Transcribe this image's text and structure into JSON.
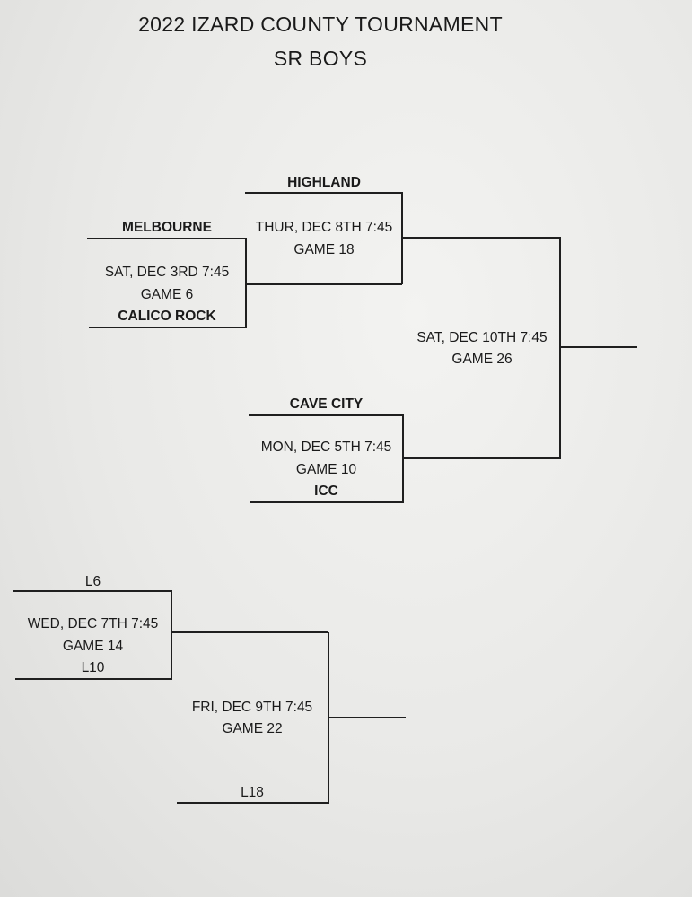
{
  "title": "2022 IZARD COUNTY TOURNAMENT",
  "subtitle": "SR BOYS",
  "games": [
    {
      "date": "SAT, DEC 3RD 7:45",
      "game": "GAME 6",
      "top": "MELBOURNE",
      "bottom": "CALICO ROCK"
    },
    {
      "date": "MON, DEC 5TH 7:45",
      "game": "GAME 10",
      "top": "CAVE CITY",
      "bottom": "ICC"
    },
    {
      "date": "THUR, DEC 8TH 7:45",
      "game": "GAME 18",
      "top": "HIGHLAND"
    },
    {
      "date": "SAT, DEC 10TH 7:45",
      "game": "GAME 26"
    },
    {
      "date": "WED, DEC 7TH 7:45",
      "game": "GAME 14",
      "top": "L6",
      "bottom": "L10"
    },
    {
      "date": "FRI, DEC 9TH 7:45",
      "game": "GAME 22",
      "bottom": "L18"
    }
  ]
}
